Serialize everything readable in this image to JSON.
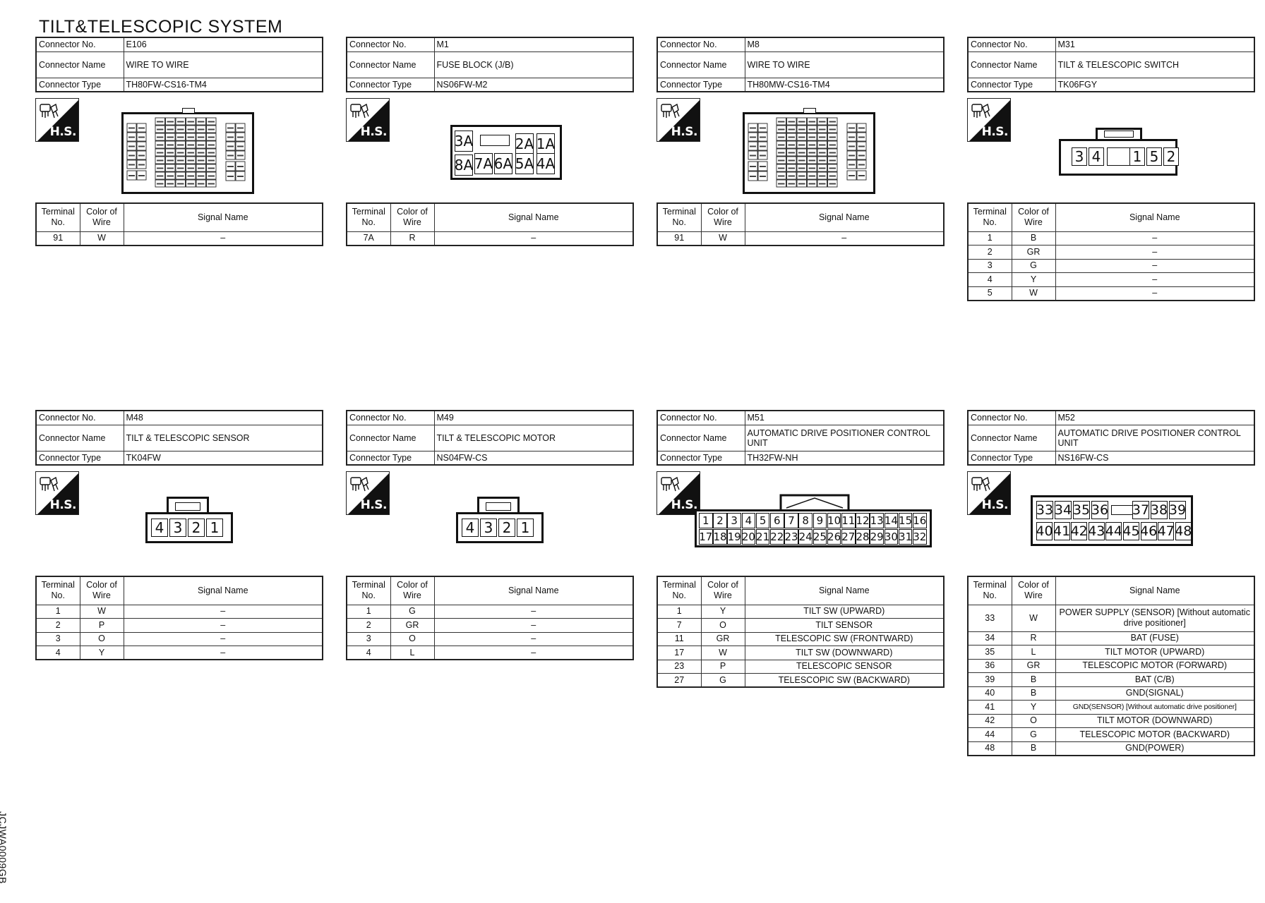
{
  "page": {
    "title": "TILT&TELESCOPIC SYSTEM",
    "side_code": "JCJWA0009GB"
  },
  "labels": {
    "connector_no": "Connector No.",
    "connector_name": "Connector Name",
    "connector_type": "Connector Type",
    "terminal_no": "Terminal No.",
    "color_of_wire": "Color of Wire",
    "signal_name": "Signal Name",
    "hs": "H.S."
  },
  "connectors": [
    {
      "no": "E106",
      "name": "WIRE TO WIRE",
      "type": "TH80FW-CS16-TM4",
      "rows": [
        {
          "t": "91",
          "c": "W",
          "s": "–"
        }
      ]
    },
    {
      "no": "M1",
      "name": "FUSE BLOCK (J/B)",
      "type": "NS06FW-M2",
      "pins": [
        "3A",
        "2A",
        "1A",
        "8A",
        "7A",
        "6A",
        "5A",
        "4A"
      ],
      "rows": [
        {
          "t": "7A",
          "c": "R",
          "s": "–"
        }
      ]
    },
    {
      "no": "M8",
      "name": "WIRE TO WIRE",
      "type": "TH80MW-CS16-TM4",
      "rows": [
        {
          "t": "91",
          "c": "W",
          "s": "–"
        }
      ]
    },
    {
      "no": "M31",
      "name": "TILT & TELESCOPIC SWITCH",
      "type": "TK06FGY",
      "pins": [
        "3",
        "4",
        "1",
        "5",
        "2"
      ],
      "rows": [
        {
          "t": "1",
          "c": "B",
          "s": "–"
        },
        {
          "t": "2",
          "c": "GR",
          "s": "–"
        },
        {
          "t": "3",
          "c": "G",
          "s": "–"
        },
        {
          "t": "4",
          "c": "Y",
          "s": "–"
        },
        {
          "t": "5",
          "c": "W",
          "s": "–"
        }
      ]
    },
    {
      "no": "M48",
      "name": "TILT & TELESCOPIC SENSOR",
      "type": "TK04FW",
      "pins": [
        "4",
        "3",
        "2",
        "1"
      ],
      "rows": [
        {
          "t": "1",
          "c": "W",
          "s": "–"
        },
        {
          "t": "2",
          "c": "P",
          "s": "–"
        },
        {
          "t": "3",
          "c": "O",
          "s": "–"
        },
        {
          "t": "4",
          "c": "Y",
          "s": "–"
        }
      ]
    },
    {
      "no": "M49",
      "name": "TILT & TELESCOPIC MOTOR",
      "type": "NS04FW-CS",
      "pins": [
        "4",
        "3",
        "2",
        "1"
      ],
      "rows": [
        {
          "t": "1",
          "c": "G",
          "s": "–"
        },
        {
          "t": "2",
          "c": "GR",
          "s": "–"
        },
        {
          "t": "3",
          "c": "O",
          "s": "–"
        },
        {
          "t": "4",
          "c": "L",
          "s": "–"
        }
      ]
    },
    {
      "no": "M51",
      "name": "AUTOMATIC DRIVE POSITIONER CONTROL UNIT",
      "type": "TH32FW-NH",
      "pins": [
        "1",
        "2",
        "3",
        "4",
        "5",
        "6",
        "7",
        "8",
        "9",
        "10",
        "11",
        "12",
        "13",
        "14",
        "15",
        "16",
        "17",
        "18",
        "19",
        "20",
        "21",
        "22",
        "23",
        "24",
        "25",
        "26",
        "27",
        "28",
        "29",
        "30",
        "31",
        "32"
      ],
      "rows": [
        {
          "t": "1",
          "c": "Y",
          "s": "TILT SW (UPWARD)"
        },
        {
          "t": "7",
          "c": "O",
          "s": "TILT SENSOR"
        },
        {
          "t": "11",
          "c": "GR",
          "s": "TELESCOPIC SW (FRONTWARD)"
        },
        {
          "t": "17",
          "c": "W",
          "s": "TILT SW (DOWNWARD)"
        },
        {
          "t": "23",
          "c": "P",
          "s": "TELESCOPIC SENSOR"
        },
        {
          "t": "27",
          "c": "G",
          "s": "TELESCOPIC SW (BACKWARD)"
        }
      ]
    },
    {
      "no": "M52",
      "name": "AUTOMATIC DRIVE POSITIONER CONTROL UNIT",
      "type": "NS16FW-CS",
      "pins": [
        "33",
        "34",
        "35",
        "36",
        "37",
        "38",
        "39",
        "40",
        "41",
        "42",
        "43",
        "44",
        "45",
        "46",
        "47",
        "48"
      ],
      "rows": [
        {
          "t": "33",
          "c": "W",
          "s": "POWER SUPPLY (SENSOR) [Without automatic drive positioner]",
          "tall": true
        },
        {
          "t": "34",
          "c": "R",
          "s": "BAT (FUSE)"
        },
        {
          "t": "35",
          "c": "L",
          "s": "TILT MOTOR (UPWARD)"
        },
        {
          "t": "36",
          "c": "GR",
          "s": "TELESCOPIC MOTOR (FORWARD)"
        },
        {
          "t": "39",
          "c": "B",
          "s": "BAT (C/B)"
        },
        {
          "t": "40",
          "c": "B",
          "s": "GND(SIGNAL)"
        },
        {
          "t": "41",
          "c": "Y",
          "s": "GND(SENSOR) [Without automatic drive positioner]",
          "small": true
        },
        {
          "t": "42",
          "c": "O",
          "s": "TILT MOTOR (DOWNWARD)"
        },
        {
          "t": "44",
          "c": "G",
          "s": "TELESCOPIC MOTOR (BACKWARD)"
        },
        {
          "t": "48",
          "c": "B",
          "s": "GND(POWER)"
        }
      ]
    }
  ]
}
